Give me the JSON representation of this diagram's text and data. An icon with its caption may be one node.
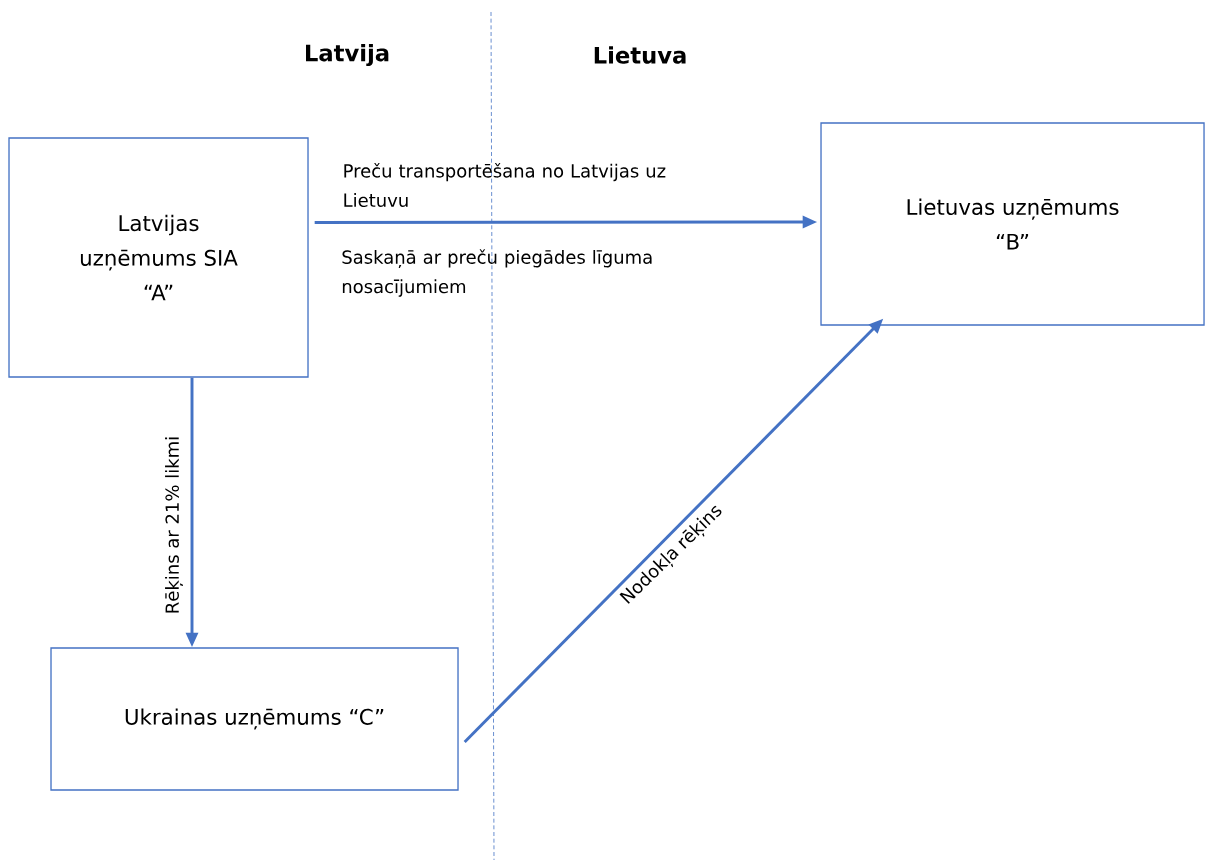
{
  "diagram": {
    "nodes": [
      {
        "text": [
          "Latvijas uzņēmums SIA “A”"
        ]
      },
      {
        "text": [
          "Lietuvas uzņēmums “B”"
        ]
      },
      {
        "text": [
          "Ukrainas uzņēmums “C”"
        ]
      }
    ],
    "edges": [
      {
        "from": 0,
        "to": 1,
        "arrow": "to",
        "label": "Preču transportēšana no Latvijas uz Lietuvu"
      },
      {
        "from": 0,
        "to": 2,
        "arrow": "to",
        "label": "Rēķins ar 21% likmi"
      },
      {
        "from": 2,
        "to": 1,
        "arrow": "to",
        "label": "Nodokļa rēķins"
      }
    ],
    "labels": [
      "Latvija",
      "Lietuva",
      "Saskaņā ar preču piegādes līguma nosacījumiem"
    ]
  }
}
